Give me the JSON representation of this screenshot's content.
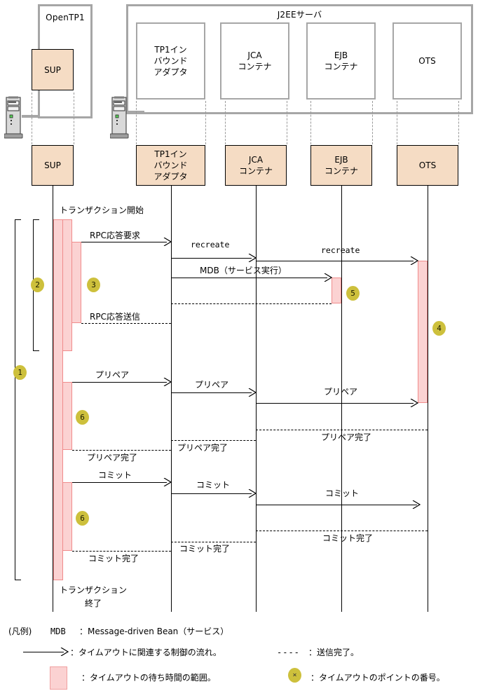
{
  "deployment": {
    "opentp1": {
      "title": "OpenTP1",
      "component": "SUP"
    },
    "j2ee": {
      "title": "J2EEサーバ",
      "components": [
        "TP1イン\nバウンド\nアダプタ",
        "JCA\nコンテナ",
        "EJB\nコンテナ",
        "OTS"
      ]
    },
    "server_icon_name": "server-tower-icon"
  },
  "lifelines": [
    {
      "id": "sup",
      "label": "SUP"
    },
    {
      "id": "tp1",
      "label": "TP1イン\nバウンド\nアダプタ"
    },
    {
      "id": "jca",
      "label": "JCA\nコンテナ"
    },
    {
      "id": "ejb",
      "label": "EJB\nコンテナ"
    },
    {
      "id": "ots",
      "label": "OTS"
    }
  ],
  "messages": {
    "tx_start": "トランザクション開始",
    "tx_end": "トランザクション\n終了",
    "rpc_request": "RPC応答要求",
    "recreate_1": "recreate",
    "recreate_2": "recreate",
    "mdb": "MDB（サービス実行）",
    "rpc_reply": "RPC応答送信",
    "prepare_1": "プリペア",
    "prepare_2": "プリペア",
    "prepare_3": "プリペア",
    "prepare_done_ots": "プリペア完了",
    "prepare_done_jca": "プリペア完了",
    "prepare_done_sup": "プリペア完了",
    "commit_1": "コミット",
    "commit_2": "コミット",
    "commit_3": "コミット",
    "commit_done_ots": "コミット完了",
    "commit_done_jca": "コミット完了",
    "commit_done_sup": "コミット完了"
  },
  "timeout_points": [
    {
      "n": "1"
    },
    {
      "n": "2"
    },
    {
      "n": "3"
    },
    {
      "n": "4"
    },
    {
      "n": "5"
    },
    {
      "n": "6"
    },
    {
      "n": "6"
    }
  ],
  "legend": {
    "title": "(凡例)",
    "mdb_key": "MDB",
    "mdb_value": "：Message-driven Bean（サービス）",
    "arrow_value": "：タイムアウトに関連する制御の流れ。",
    "dash_key": "----",
    "dash_value": "：送信完了。",
    "swatch_value": "：タイムアウトの待ち時間の範囲。",
    "circle_symbol": "×",
    "circle_value": "：タイムアウトのポイントの番号。"
  },
  "colors": {
    "fill_peach": "#f5dcc4",
    "bar_pink": "#fbd2d2",
    "bar_pink_border": "#f08c8c",
    "num_yellow": "#cdc03c",
    "container_gray": "#a6a6a6"
  }
}
